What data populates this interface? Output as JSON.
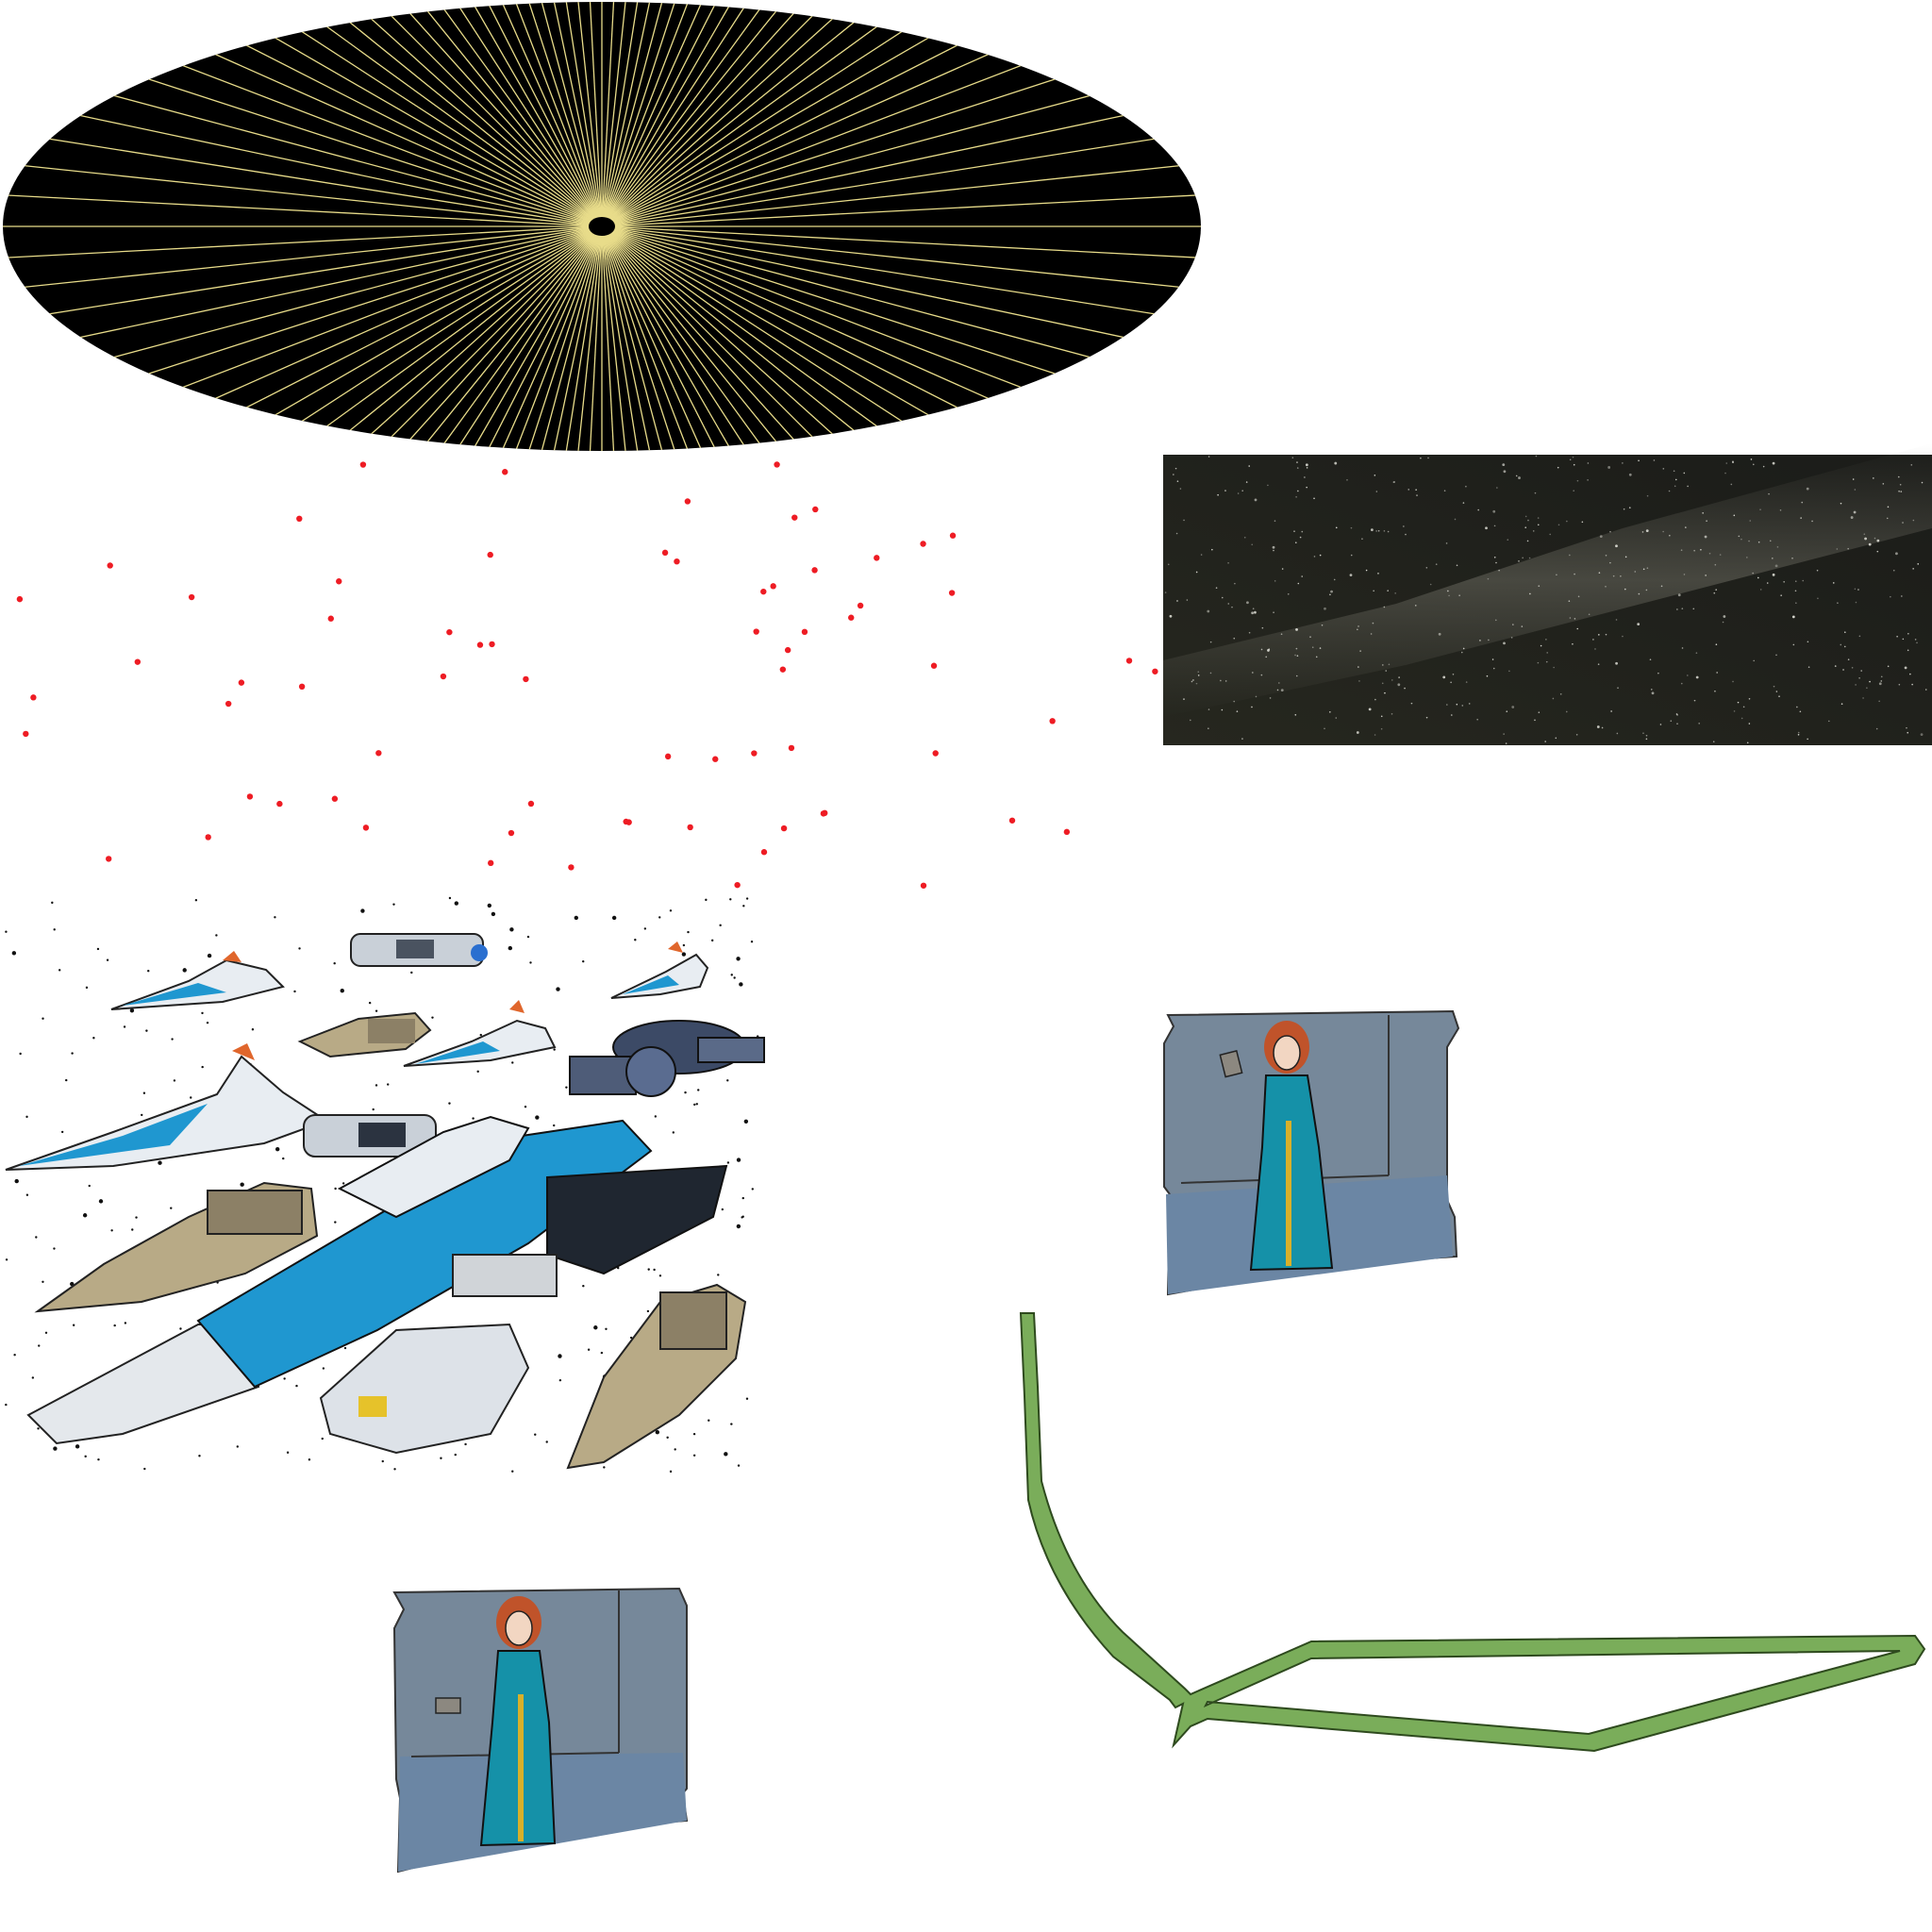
{
  "scene": {
    "background": "#ffffff",
    "sprites": [
      {
        "name": "starburst-disc",
        "kind": "ellipse-starburst",
        "colors": {
          "fill": "#000000",
          "rays": "#e8dc8a"
        }
      },
      {
        "name": "red-dot-field",
        "kind": "particle-field",
        "colors": {
          "dot": "#ee1c24"
        }
      },
      {
        "name": "milky-way-panel",
        "kind": "night-sky-photo",
        "colors": {
          "sky": "#22231f",
          "band": "#6b6a60"
        }
      },
      {
        "name": "spaceship-fleet",
        "kind": "ship-collage",
        "colors": {
          "blue": "#1f97d0",
          "white": "#e8edf2",
          "tan": "#b8aa86",
          "dark": "#1f2630"
        }
      },
      {
        "name": "woman-in-room-sprite",
        "kind": "character-in-room",
        "colors": {
          "wall": "#76889a",
          "floor": "#6b86a4",
          "dress": "#1591a8",
          "hair": "#c0532a",
          "belt": "#d8b02a"
        }
      },
      {
        "name": "woman-in-room-sprite-alt",
        "kind": "character-in-room",
        "colors": {
          "wall": "#76889a",
          "floor": "#6b86a4",
          "dress": "#1591a8",
          "hair": "#c0532a",
          "belt": "#d8b02a"
        }
      },
      {
        "name": "green-path-line",
        "kind": "path-outline",
        "colors": {
          "fill": "#7aad5a",
          "stroke": "#2e4a1e"
        }
      }
    ]
  }
}
